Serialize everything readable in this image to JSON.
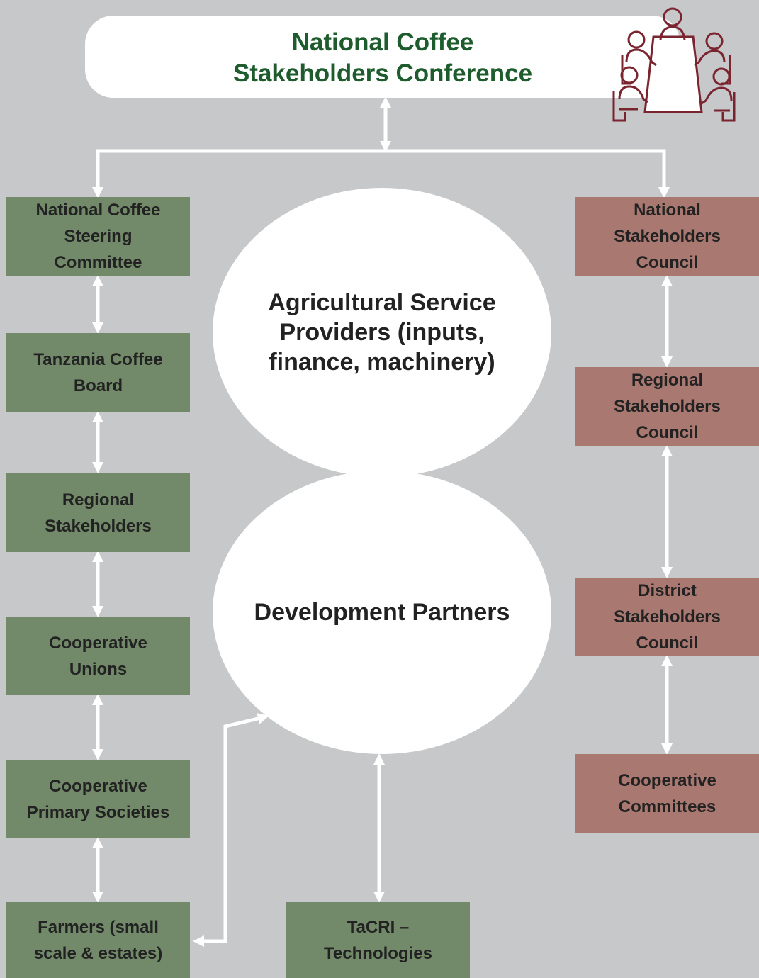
{
  "title": {
    "line1": "National Coffee",
    "line2": "Stakeholders Conference"
  },
  "left_column": [
    {
      "line1": "National Coffee",
      "line2": "Steering",
      "line3": "Committee"
    },
    {
      "line1": "Tanzania Coffee",
      "line2": "Board"
    },
    {
      "line1": "Regional",
      "line2": "Stakeholders"
    },
    {
      "line1": "Cooperative",
      "line2": "Unions"
    },
    {
      "line1": "Cooperative",
      "line2": "Primary Societies"
    },
    {
      "line1": "Farmers (small",
      "line2": "scale & estates)"
    }
  ],
  "right_column": [
    {
      "line1": "National",
      "line2": "Stakeholders",
      "line3": "Council"
    },
    {
      "line1": "Regional",
      "line2": "Stakeholders",
      "line3": "Council"
    },
    {
      "line1": "District",
      "line2": "Stakeholders",
      "line3": "Council"
    },
    {
      "line1": "Cooperative",
      "line2": "Committees"
    }
  ],
  "center": {
    "upper_circle": {
      "line1": "Agricultural Service",
      "line2": "Providers (inputs,",
      "line3": "finance, machinery)"
    },
    "lower_circle": {
      "line1": "Development Partners"
    },
    "bottom_box": {
      "line1": "TaCRI –",
      "line2": "Technologies"
    }
  },
  "icons": {
    "meeting": "meeting-table-icon"
  },
  "colors": {
    "background": "#c7c8ca",
    "title_text": "#1e5c2e",
    "left_boxes": "#728a69",
    "right_boxes": "#a97870",
    "arrows": "#ffffff",
    "icon": "#7a2430"
  }
}
